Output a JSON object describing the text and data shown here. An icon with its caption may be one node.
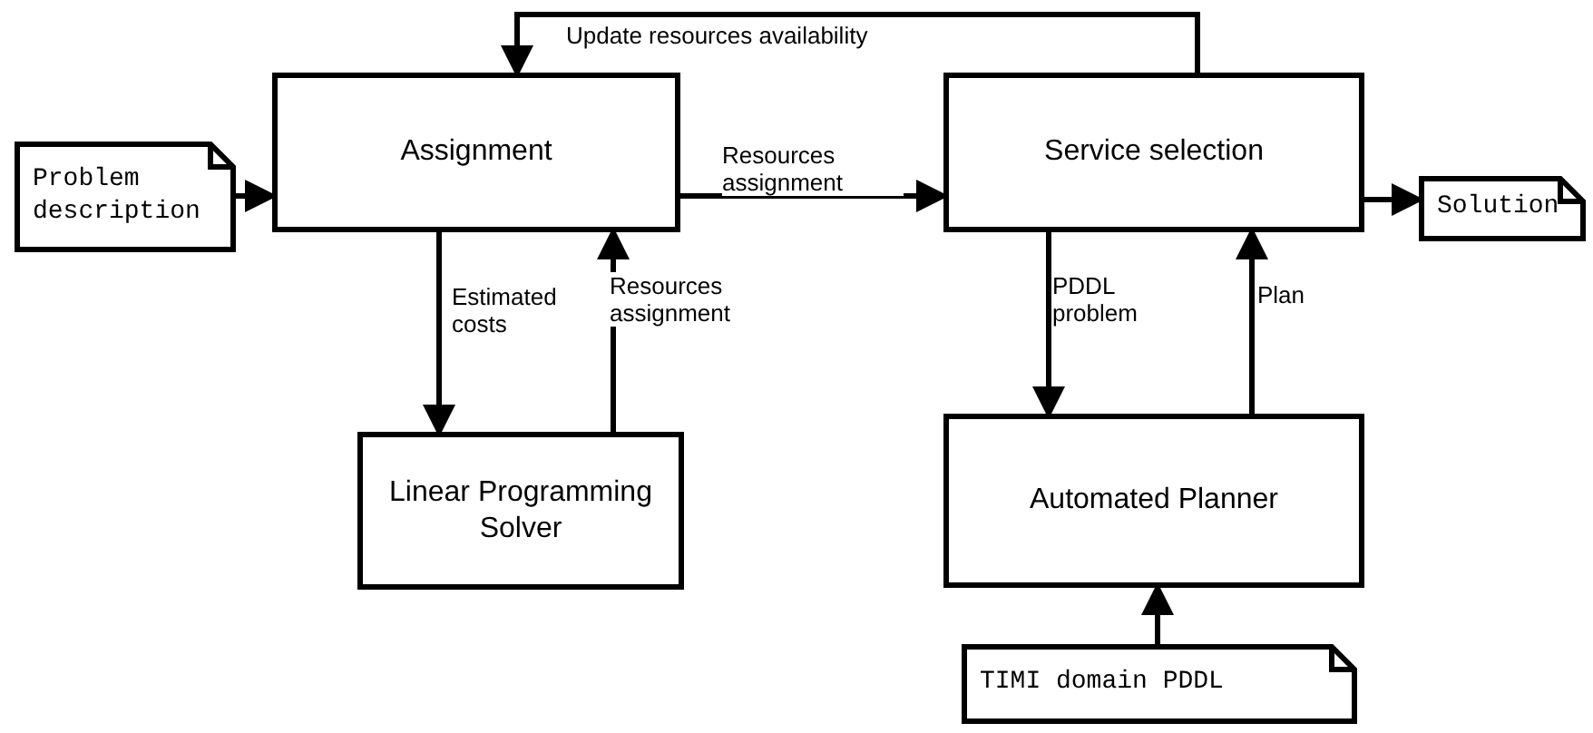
{
  "diagram": {
    "nodes": [
      {
        "text": [
          "Problem description"
        ]
      },
      {
        "text": [
          "Assignment"
        ]
      },
      {
        "text": [
          "Linear Programming Solver"
        ]
      },
      {
        "text": [
          "Service selection"
        ]
      },
      {
        "text": [
          "Automated Planner"
        ]
      },
      {
        "text": [
          "Solution"
        ]
      },
      {
        "text": [
          "TIMI domain PDDL"
        ]
      }
    ],
    "edges": [
      {
        "from": 0,
        "to": 1,
        "arrow": "to"
      },
      {
        "from": 1,
        "to": 3,
        "arrow": "to",
        "label": "Resources assignment"
      },
      {
        "from": 3,
        "to": 5,
        "arrow": "to"
      },
      {
        "from": 1,
        "to": 2,
        "arrow": "to",
        "label": "Estimated costs"
      },
      {
        "from": 2,
        "to": 1,
        "arrow": "to",
        "label": "Resources assignment"
      },
      {
        "from": 3,
        "to": 4,
        "arrow": "to",
        "label": "PDDL problem"
      },
      {
        "from": 4,
        "to": 3,
        "arrow": "to",
        "label": "Plan"
      },
      {
        "from": 6,
        "to": 4,
        "arrow": "to"
      },
      {
        "from": 3,
        "to": 1,
        "arrow": "to",
        "label": "Update resources availability"
      }
    ]
  }
}
